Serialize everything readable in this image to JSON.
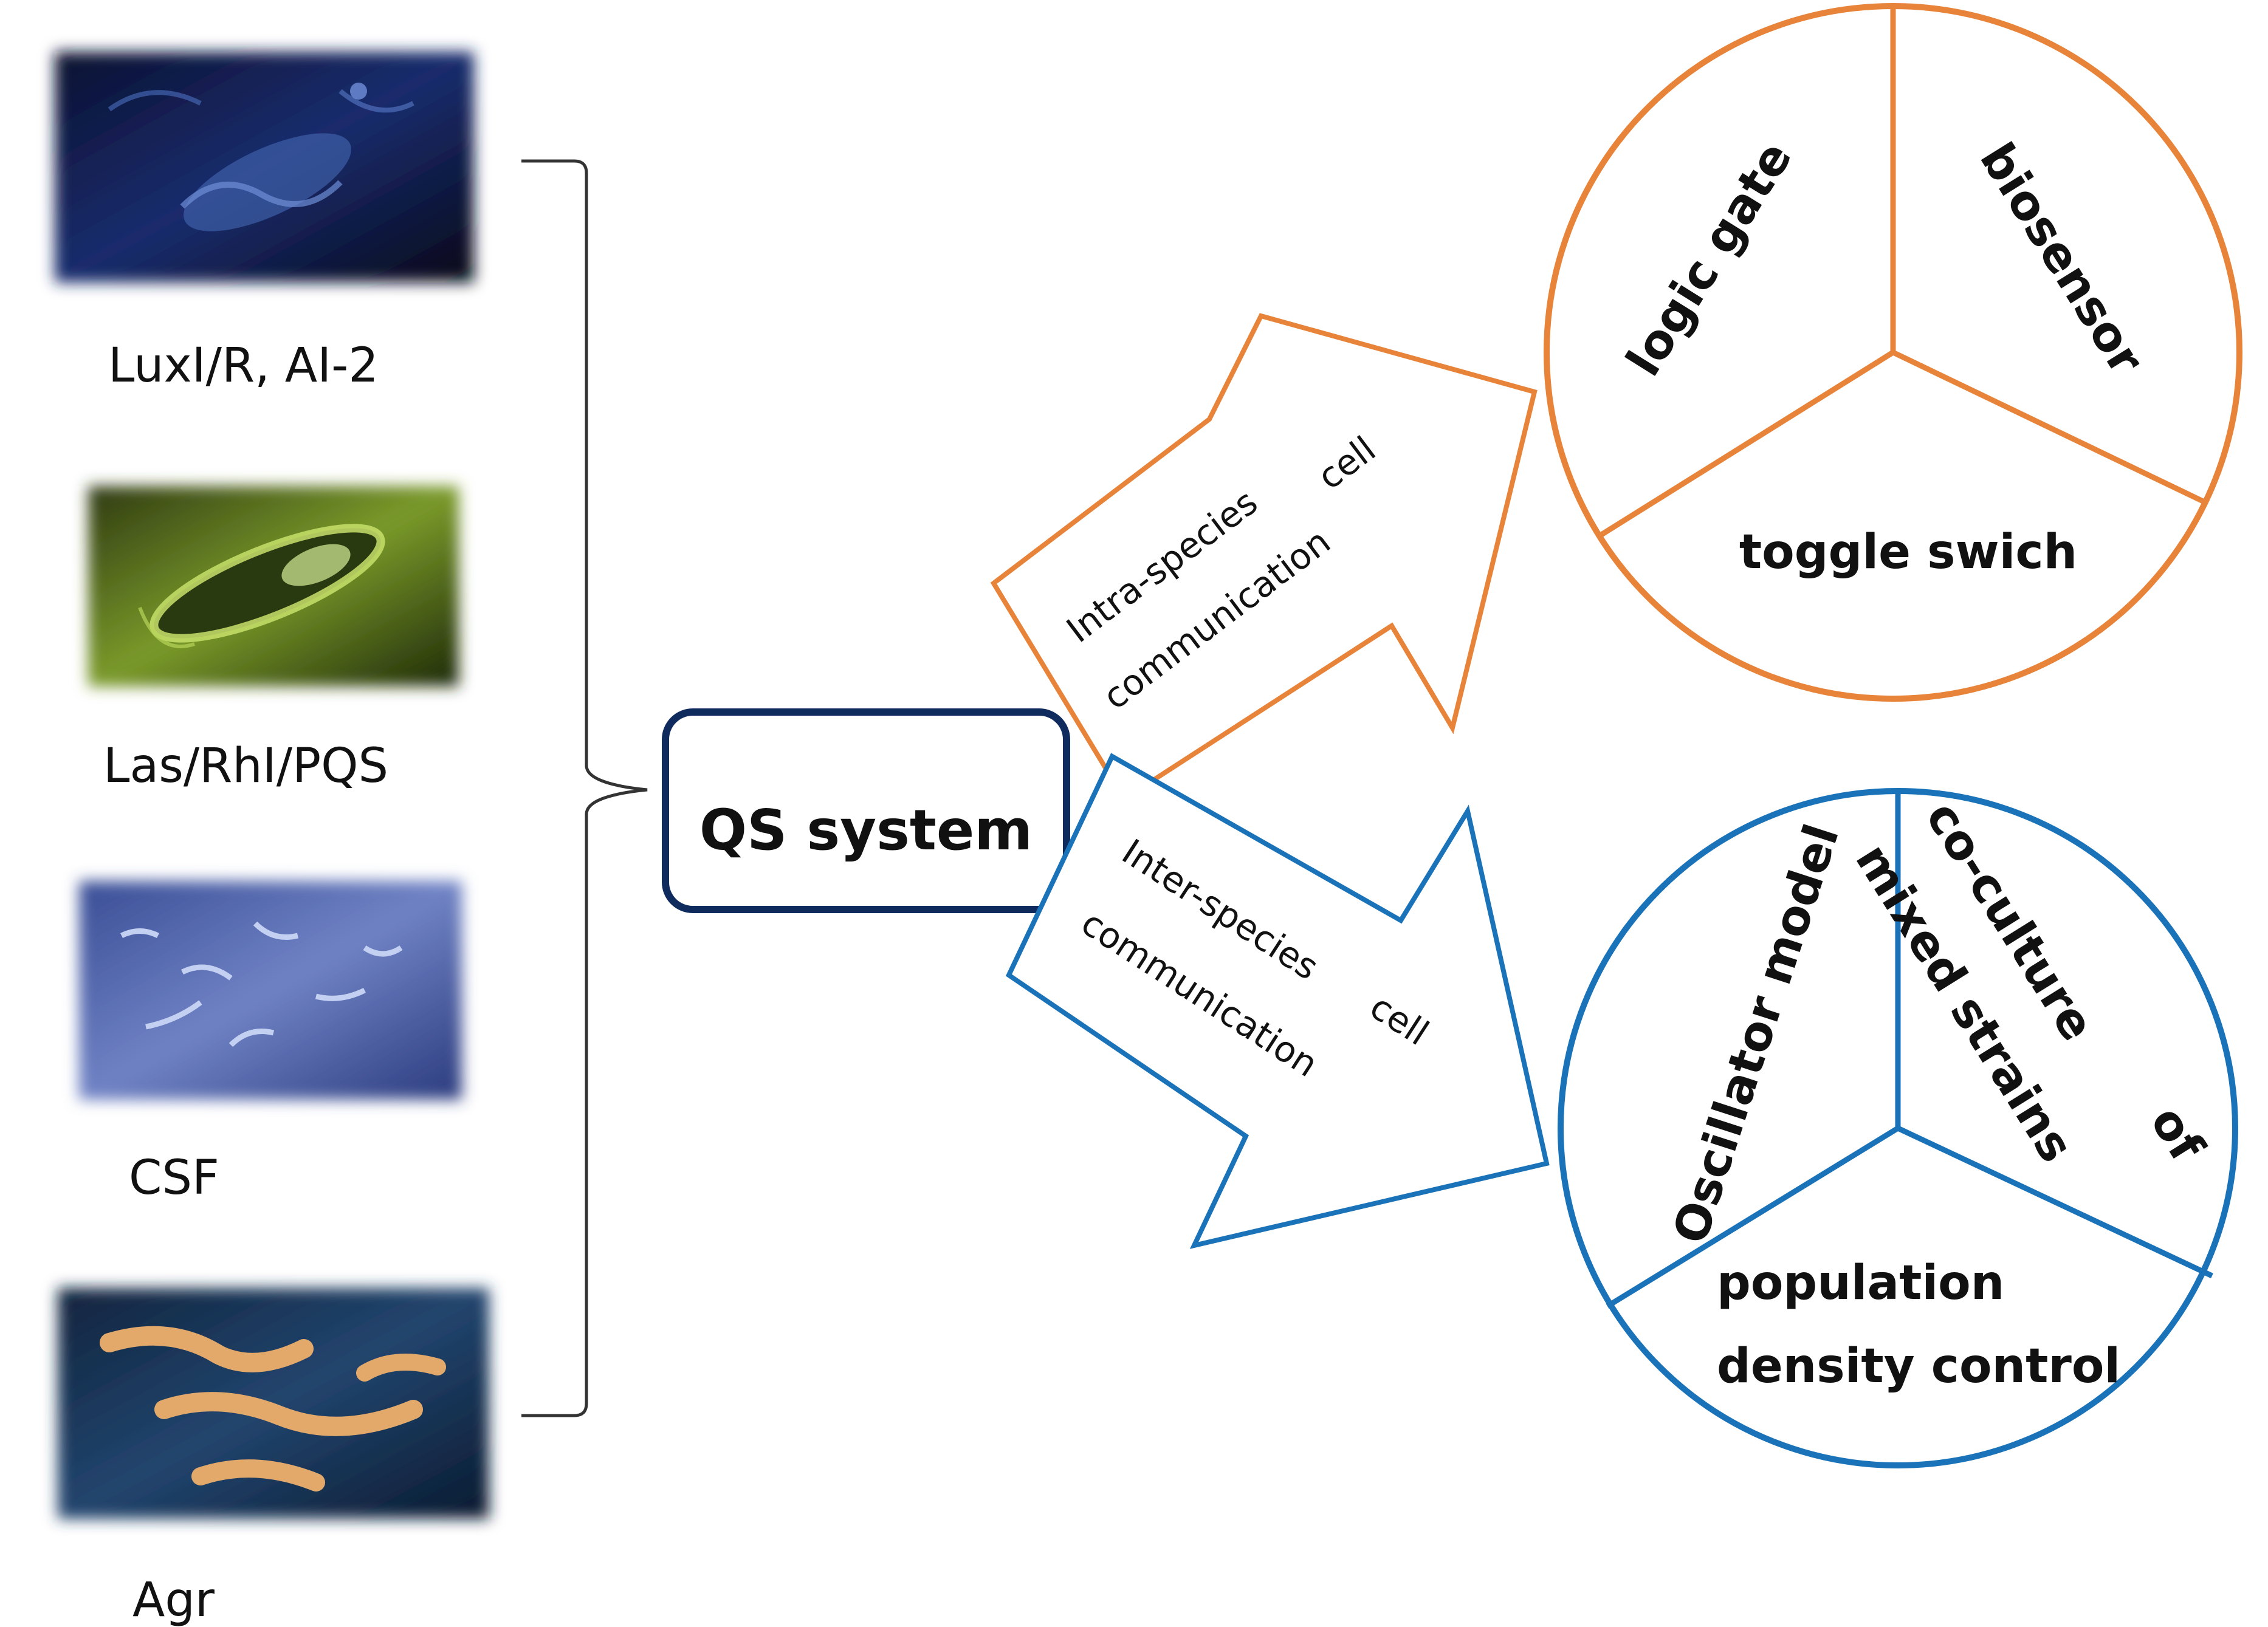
{
  "organisms": [
    {
      "image": "vibrio-squid-photo",
      "label": "LuxI/R, AI-2"
    },
    {
      "image": "pseudomonas-micrograph",
      "label": "Las/RhI/PQS"
    },
    {
      "image": "bacillus-micrograph",
      "label": "CSF"
    },
    {
      "image": "staphylococcus-micrograph",
      "label": "Agr"
    }
  ],
  "center": {
    "label": "QS system"
  },
  "arrows": {
    "intra": {
      "word1": "Intra-species",
      "word2": "cell",
      "word3": "communication"
    },
    "inter": {
      "word1": "Inter-species",
      "word2": "cell",
      "word3": "communication"
    }
  },
  "intra_pie": {
    "logic": "logic gate",
    "biosensor": "biosensor",
    "toggle": "toggle swich"
  },
  "inter_pie": {
    "oscillator": "Oscillator model",
    "coculture": "co-culture",
    "of": "of",
    "mixed": "mixed strains",
    "population1": "population",
    "population2": "density control"
  },
  "colors": {
    "orange": "#e8833a",
    "blue": "#1a73b8",
    "navy": "#0f2a5c",
    "bracket": "#333333"
  }
}
